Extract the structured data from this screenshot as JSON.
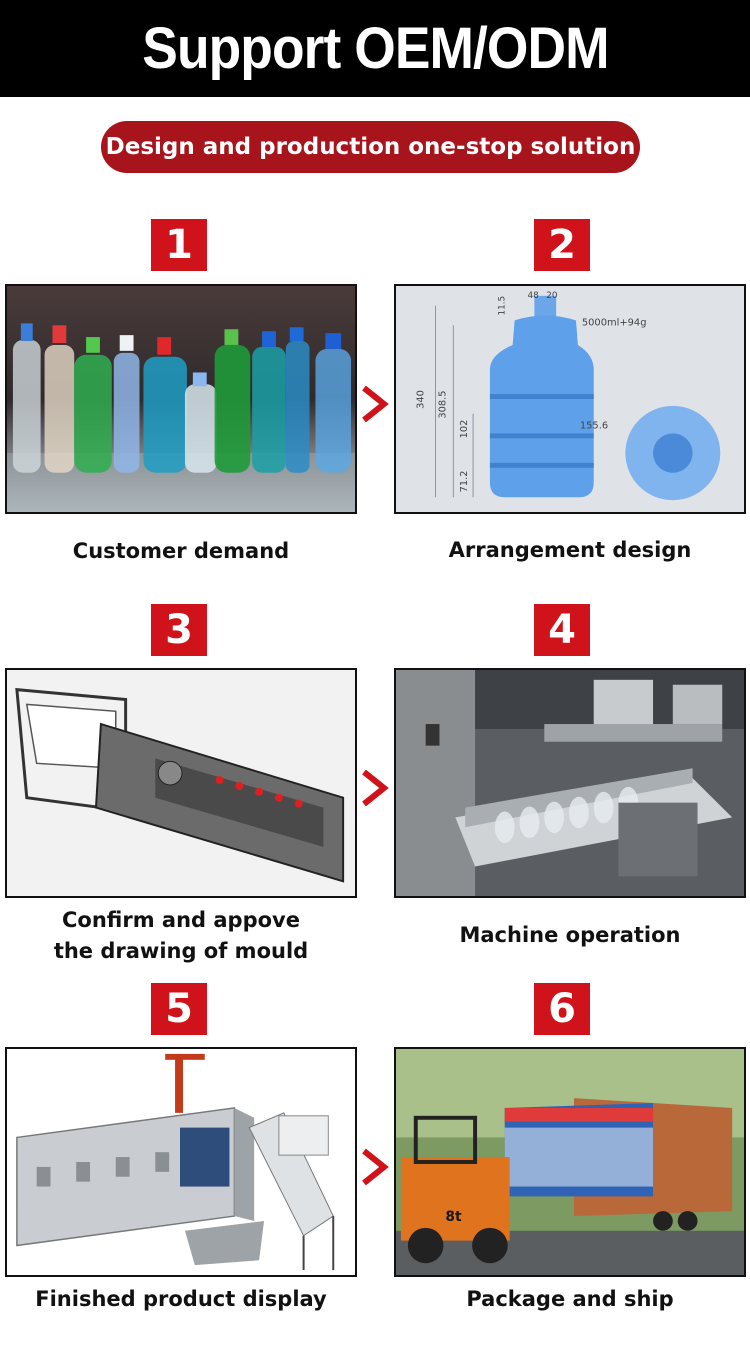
{
  "header": {
    "title": "Support OEM/ODM"
  },
  "subtitle": "Design and production one-stop solution",
  "accent_color": "#d0131a",
  "steps": [
    {
      "number": "1",
      "caption_line1": "Customer demand",
      "caption_line2": ""
    },
    {
      "number": "2",
      "caption_line1": "Arrangement design",
      "caption_line2": ""
    },
    {
      "number": "3",
      "caption_line1": "Confirm and appove",
      "caption_line2": "the drawing of mould"
    },
    {
      "number": "4",
      "caption_line1": "Machine operation",
      "caption_line2": ""
    },
    {
      "number": "5",
      "caption_line1": "Finished product display",
      "caption_line2": ""
    },
    {
      "number": "6",
      "caption_line1": "Package and ship",
      "caption_line2": ""
    }
  ],
  "drawing_labels": {
    "top_a": "48",
    "top_b": "20",
    "neck": "11.5",
    "capacity": "5000ml+94g",
    "height": "340",
    "h2": "308.5",
    "h3": "102",
    "h4": "71.2",
    "width": "155.6"
  },
  "truck_text": "8t"
}
